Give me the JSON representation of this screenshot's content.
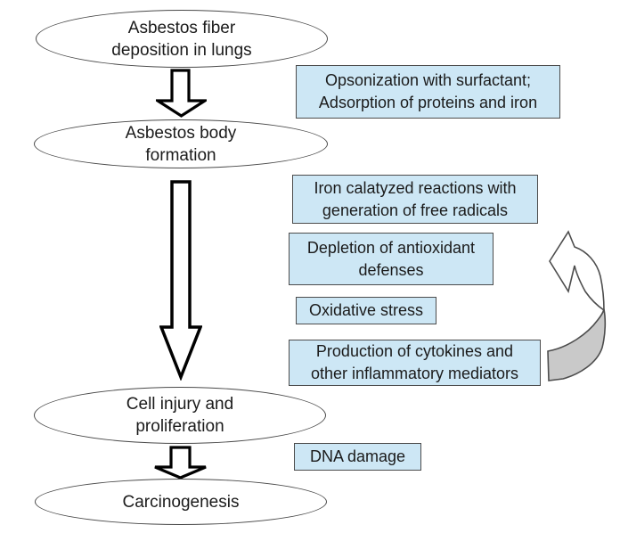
{
  "title": "Asbestos carcinogenesis pathway flowchart",
  "ellipses": {
    "deposition": "Asbestos fiber\ndeposition in lungs",
    "body_formation": "Asbestos body\nformation",
    "cell_injury": "Cell injury and\nproliferation",
    "carcinogenesis": "Carcinogenesis"
  },
  "boxes": {
    "opsonization": "Opsonization with surfactant;\nAdsorption of proteins and iron",
    "iron_reactions": "Iron calatyzed reactions with\ngeneration of free radicals",
    "antioxidant_depletion": "Depletion of antioxidant\ndefenses",
    "oxidative_stress": "Oxidative stress",
    "cytokines": "Production of cytokines and\nother inflammatory mediators",
    "dna_damage": "DNA damage"
  },
  "colors": {
    "process_box_fill": "#cde7f5",
    "process_box_border": "#4c4c4c",
    "ellipse_border": "#4a4a4a",
    "block_arrow_fill": "#ffffff",
    "block_arrow_outline": "#000000",
    "cycle_arrow_fill": "#c9c9c9",
    "cycle_arrow_outline": "#4d4d4d"
  }
}
